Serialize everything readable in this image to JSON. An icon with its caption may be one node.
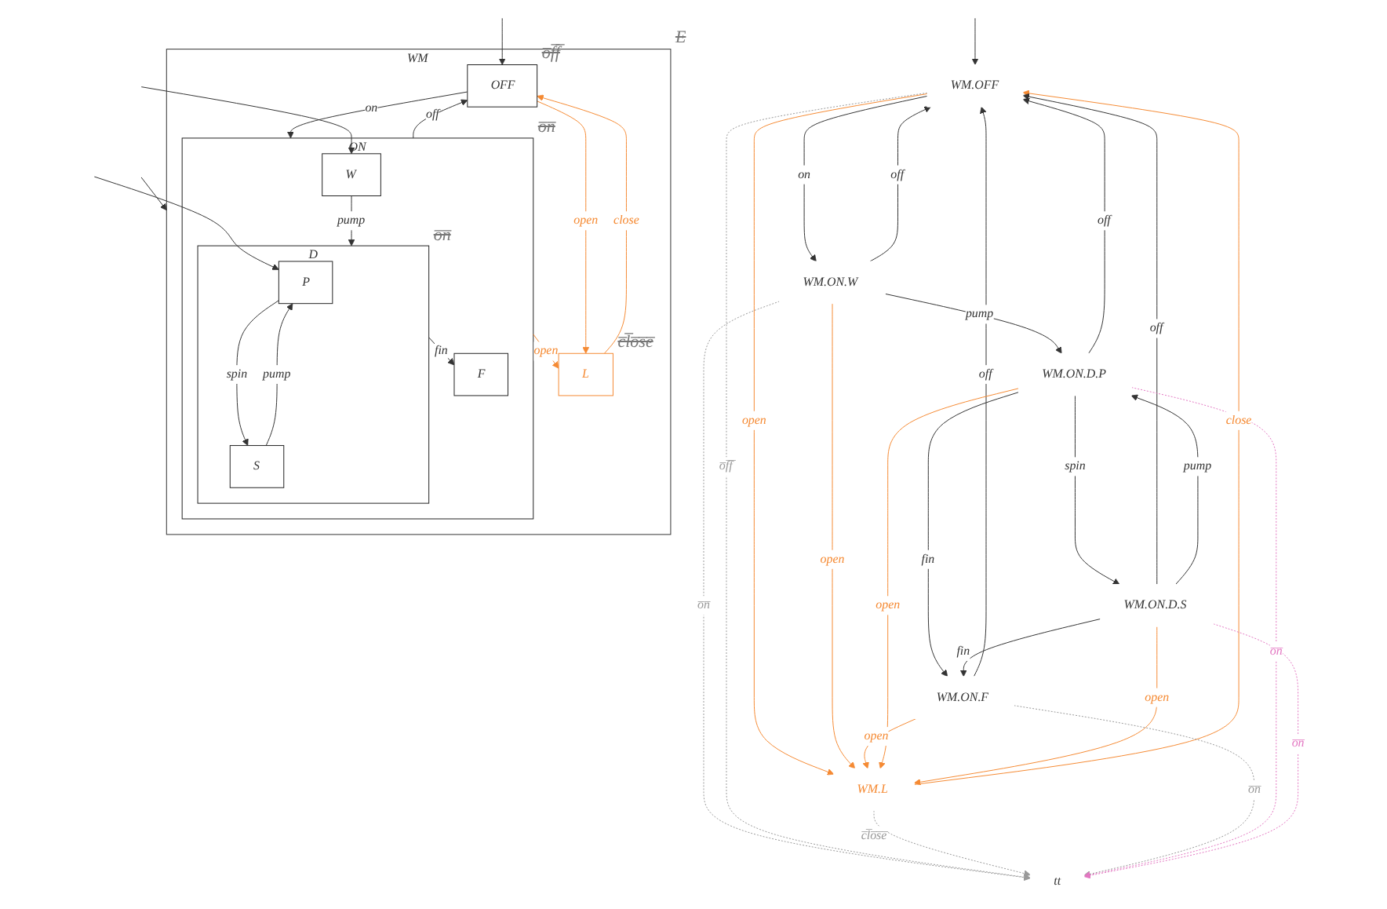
{
  "diagram": {
    "nodes": [
      {
        "text": [
          "WM"
        ],
        "beside": [
          "E"
        ]
      },
      {
        "text": [
          "OFF"
        ],
        "in": 0,
        "beside": [
          "o̅f̅f̅"
        ]
      },
      {
        "text": [
          "L"
        ],
        "in": 0,
        "beside": [
          "c̅l̅o̅s̅e̅"
        ]
      },
      {
        "text": [
          "ON"
        ],
        "in": 0,
        "beside": [
          "o̅n̅"
        ]
      },
      {
        "text": [
          "W"
        ],
        "in": 3
      },
      {
        "text": [
          "D"
        ],
        "in": 3,
        "beside": [
          "o̅n̅"
        ]
      },
      {
        "text": [
          "P"
        ],
        "in": 5
      },
      {
        "text": [
          "S"
        ],
        "in": 5
      },
      {
        "text": [
          "F"
        ],
        "in": 3
      },
      {
        "text": [
          "WM.OFF"
        ]
      },
      {
        "text": [
          "WM.L"
        ]
      },
      {
        "text": [
          "WM.ON.W"
        ]
      },
      {
        "text": [
          "WM.ON.D.P"
        ]
      },
      {
        "text": [
          "WM.ON.F"
        ]
      },
      {
        "text": [
          "WM.ON.D.S"
        ]
      },
      {
        "text": [
          "tt"
        ]
      }
    ],
    "edges": [
      {
        "from": null,
        "to": 0,
        "arrow": "to"
      },
      {
        "from": null,
        "to": 1,
        "arrow": "to"
      },
      {
        "from": 2,
        "to": 1,
        "arrow": "to",
        "label": "close",
        "color": "#f58a33"
      },
      {
        "from": 1,
        "to": 2,
        "arrow": "to",
        "label": "open",
        "color": "#f58a33"
      },
      {
        "from": 1,
        "to": 3,
        "arrow": "to",
        "label": "on"
      },
      {
        "from": 3,
        "to": 1,
        "arrow": "to",
        "label": "off"
      },
      {
        "from": 3,
        "to": 2,
        "arrow": "to",
        "label": "open",
        "color": "#f58a33"
      },
      {
        "from": null,
        "to": 4,
        "arrow": "to"
      },
      {
        "from": 4,
        "to": 5,
        "arrow": "to",
        "label": "pump"
      },
      {
        "from": null,
        "to": 6,
        "arrow": "to"
      },
      {
        "from": 6,
        "to": 7,
        "arrow": "to",
        "label": "spin"
      },
      {
        "from": 7,
        "to": 6,
        "arrow": "to",
        "label": "pump"
      },
      {
        "from": 5,
        "to": 8,
        "arrow": "to",
        "label": "fin"
      },
      {
        "from": null,
        "to": 9,
        "arrow": "to"
      },
      {
        "from": 10,
        "to": 9,
        "arrow": "to",
        "label": "close",
        "color": "#f58a33"
      },
      {
        "from": 9,
        "to": 10,
        "arrow": "to",
        "label": "open",
        "color": "#f58a33"
      },
      {
        "from": 9,
        "to": 11,
        "arrow": "to",
        "label": "on"
      },
      {
        "from": 11,
        "to": 9,
        "arrow": "to",
        "label": "off"
      },
      {
        "from": 11,
        "to": 10,
        "arrow": "to",
        "label": "open",
        "color": "#f58a33"
      },
      {
        "from": 11,
        "to": 12,
        "arrow": "to",
        "label": "pump"
      },
      {
        "from": 13,
        "to": 9,
        "arrow": "to",
        "label": "off"
      },
      {
        "from": 12,
        "to": 9,
        "arrow": "to",
        "label": "off"
      },
      {
        "from": 14,
        "to": 9,
        "arrow": "to",
        "label": "off"
      },
      {
        "from": 13,
        "to": 10,
        "arrow": "to",
        "label": "open",
        "color": "#f58a33"
      },
      {
        "from": 12,
        "to": 10,
        "arrow": "to",
        "label": "open",
        "color": "#f58a33"
      },
      {
        "from": 14,
        "to": 10,
        "arrow": "to",
        "label": "open",
        "color": "#f58a33"
      },
      {
        "from": 12,
        "to": 13,
        "arrow": "to",
        "label": "fin"
      },
      {
        "from": 12,
        "to": 14,
        "arrow": "to",
        "label": "spin"
      },
      {
        "from": 14,
        "to": 12,
        "arrow": "to",
        "label": "pump"
      },
      {
        "from": 14,
        "to": 13,
        "arrow": "to",
        "label": "fin"
      },
      {
        "from": 11,
        "to": 15,
        "arrow": "to",
        "label": "o̅n̅",
        "style": "dashed",
        "color": "#999999"
      },
      {
        "from": 9,
        "to": 15,
        "arrow": "to",
        "label": "o̅f̅f̅",
        "style": "dashed",
        "color": "#999999"
      },
      {
        "from": 10,
        "to": 15,
        "arrow": "to",
        "label": "c̅l̅o̅s̅e̅",
        "style": "dashed",
        "color": "#999999"
      },
      {
        "from": 13,
        "to": 15,
        "arrow": "to",
        "label": "o̅n̅",
        "style": "dashed",
        "color": "#999999"
      },
      {
        "from": 12,
        "to": 15,
        "arrow": "to",
        "label": "o̅n̅",
        "style": "dashed",
        "color": "#e377c2"
      },
      {
        "from": 14,
        "to": 15,
        "arrow": "to",
        "label": "o̅n̅",
        "style": "dashed",
        "color": "#e377c2"
      }
    ]
  }
}
